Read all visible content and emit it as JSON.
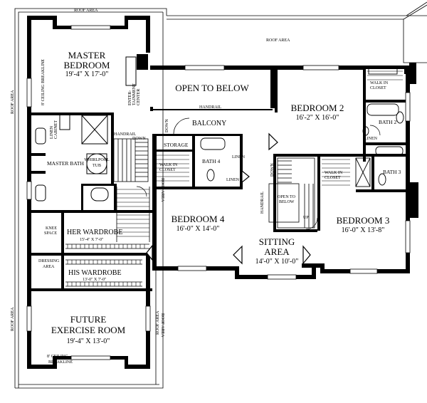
{
  "roof_labels": {
    "top_left": "ROOF AREA",
    "top_right": "ROOF AREA",
    "left_upper": "ROOF AREA",
    "left_lower": "ROOF AREA",
    "mid_upper": "ROOF AREA",
    "mid_lower": "ROOF AREA",
    "right_lower": "ROOF AREA"
  },
  "rooms": {
    "master_bedroom": {
      "name_line1": "MASTER",
      "name_line2": "BEDROOM",
      "dims": "19'-4\" X 17'-0\""
    },
    "open_to_below": {
      "name": "OPEN TO BELOW"
    },
    "bedroom2": {
      "name": "BEDROOM 2",
      "dims": "16'-2\" X 16'-0\""
    },
    "bedroom3": {
      "name": "BEDROOM 3",
      "dims": "16'-0\" X 13'-8\""
    },
    "bedroom4": {
      "name": "BEDROOM 4",
      "dims": "16'-0\" X 14'-0\""
    },
    "sitting_area": {
      "name_line1": "SITTING",
      "name_line2": "AREA",
      "dims": "14'-0\" X 10'-0\""
    },
    "future_exercise": {
      "name_line1": "FUTURE",
      "name_line2": "EXERCISE ROOM",
      "dims": "19'-4\" X 13'-0\""
    },
    "her_wardrobe": {
      "name": "HER WARDROBE",
      "dims": "15'-4\" X 7'-0\""
    },
    "his_wardrobe": {
      "name": "HIS WARDROBE",
      "dims": "13'-0\" X 7'-0\""
    },
    "master_bath": {
      "name": "MASTER BATH"
    },
    "balcony": {
      "name": "BALCONY"
    },
    "storage": {
      "name": "STORAGE"
    },
    "bath2": {
      "name": "BATH 2"
    },
    "bath3": {
      "name": "BATH 3"
    },
    "bath4": {
      "name": "BATH 4"
    }
  },
  "labels": {
    "ceiling_breakline_top": "8' CEILING BREAKLINE",
    "ceiling_breakline_bottom_l1": "8' CEILING",
    "ceiling_breakline_bottom_l2": "BREAKLINE",
    "entertainment_l1": "ENTER-",
    "entertainment_l2": "TAINMENT",
    "entertainment_l3": "CENTER",
    "linen_cabinet_l1": "LINEN",
    "linen_cabinet_l2": "CABINET",
    "handrail_top": "HANDRAIL",
    "handrail_stair": "HANDRAIL",
    "handrail_sitting": "HANDRAIL",
    "down_stair_left": "DOWN",
    "down_side": "DOWN",
    "down_right_stair": "DOWN",
    "whirlpool_l1": "WHIRLPOOL",
    "whirlpool_l2": "TUB",
    "walk_in_closet_b4_l1": "WALK IN",
    "walk_in_closet_b4_l2": "CLOSET",
    "walk_in_closet_b2_l1": "WALK IN",
    "walk_in_closet_b2_l2": "CLOSET",
    "walk_in_closet_b3_l1": "WALK IN",
    "walk_in_closet_b3_l2": "CLOSET",
    "linen_b4_upper": "LINEN",
    "linen_b4_lower": "LINEN",
    "linen_b2": "LINEN",
    "open_to_below_small_l1": "OPEN TO",
    "open_to_below_small_l2": "BELOW",
    "up_label": "UP",
    "knee_space_l1": "KNEE",
    "knee_space_l2": "SPACE",
    "dressing_area_l1": "DRESSING",
    "dressing_area_l2": "AREA"
  }
}
